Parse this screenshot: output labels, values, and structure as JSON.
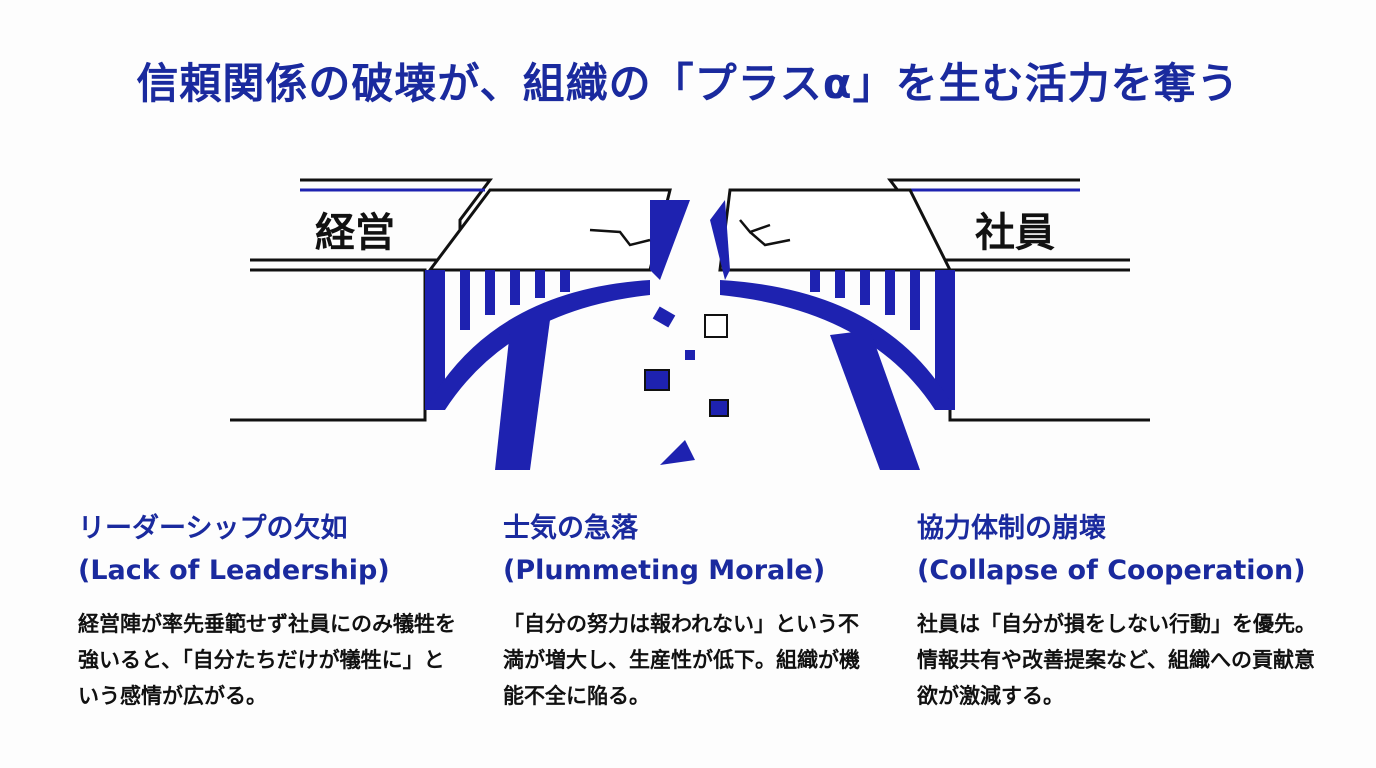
{
  "title": "信頼関係の破壊が、組織の「プラスα」を生む活力を奪う",
  "diagram": {
    "left_label": "経営",
    "right_label": "社員"
  },
  "columns": [
    {
      "title_ja": "リーダーシップの欠如",
      "title_en": "(Lack of Leadership)",
      "body": "経営陣が率先垂範せず社員にのみ犠牲を強いると、「自分たちだけが犠牲に」という感情が広がる。"
    },
    {
      "title_ja": "士気の急落",
      "title_en": "(Plummeting Morale)",
      "body": "「自分の努力は報われない」という不満が増大し、生産性が低下。組織が機能不全に陥る。"
    },
    {
      "title_ja": "協力体制の崩壊",
      "title_en": "(Collapse of Cooperation)",
      "body": "社員は「自分が損をしない行動」を優先。情報共有や改善提案など、組織への貢献意欲が激減する。"
    }
  ],
  "colors": {
    "accent": "#1a2a9e",
    "bridge": "#1e22b0"
  }
}
